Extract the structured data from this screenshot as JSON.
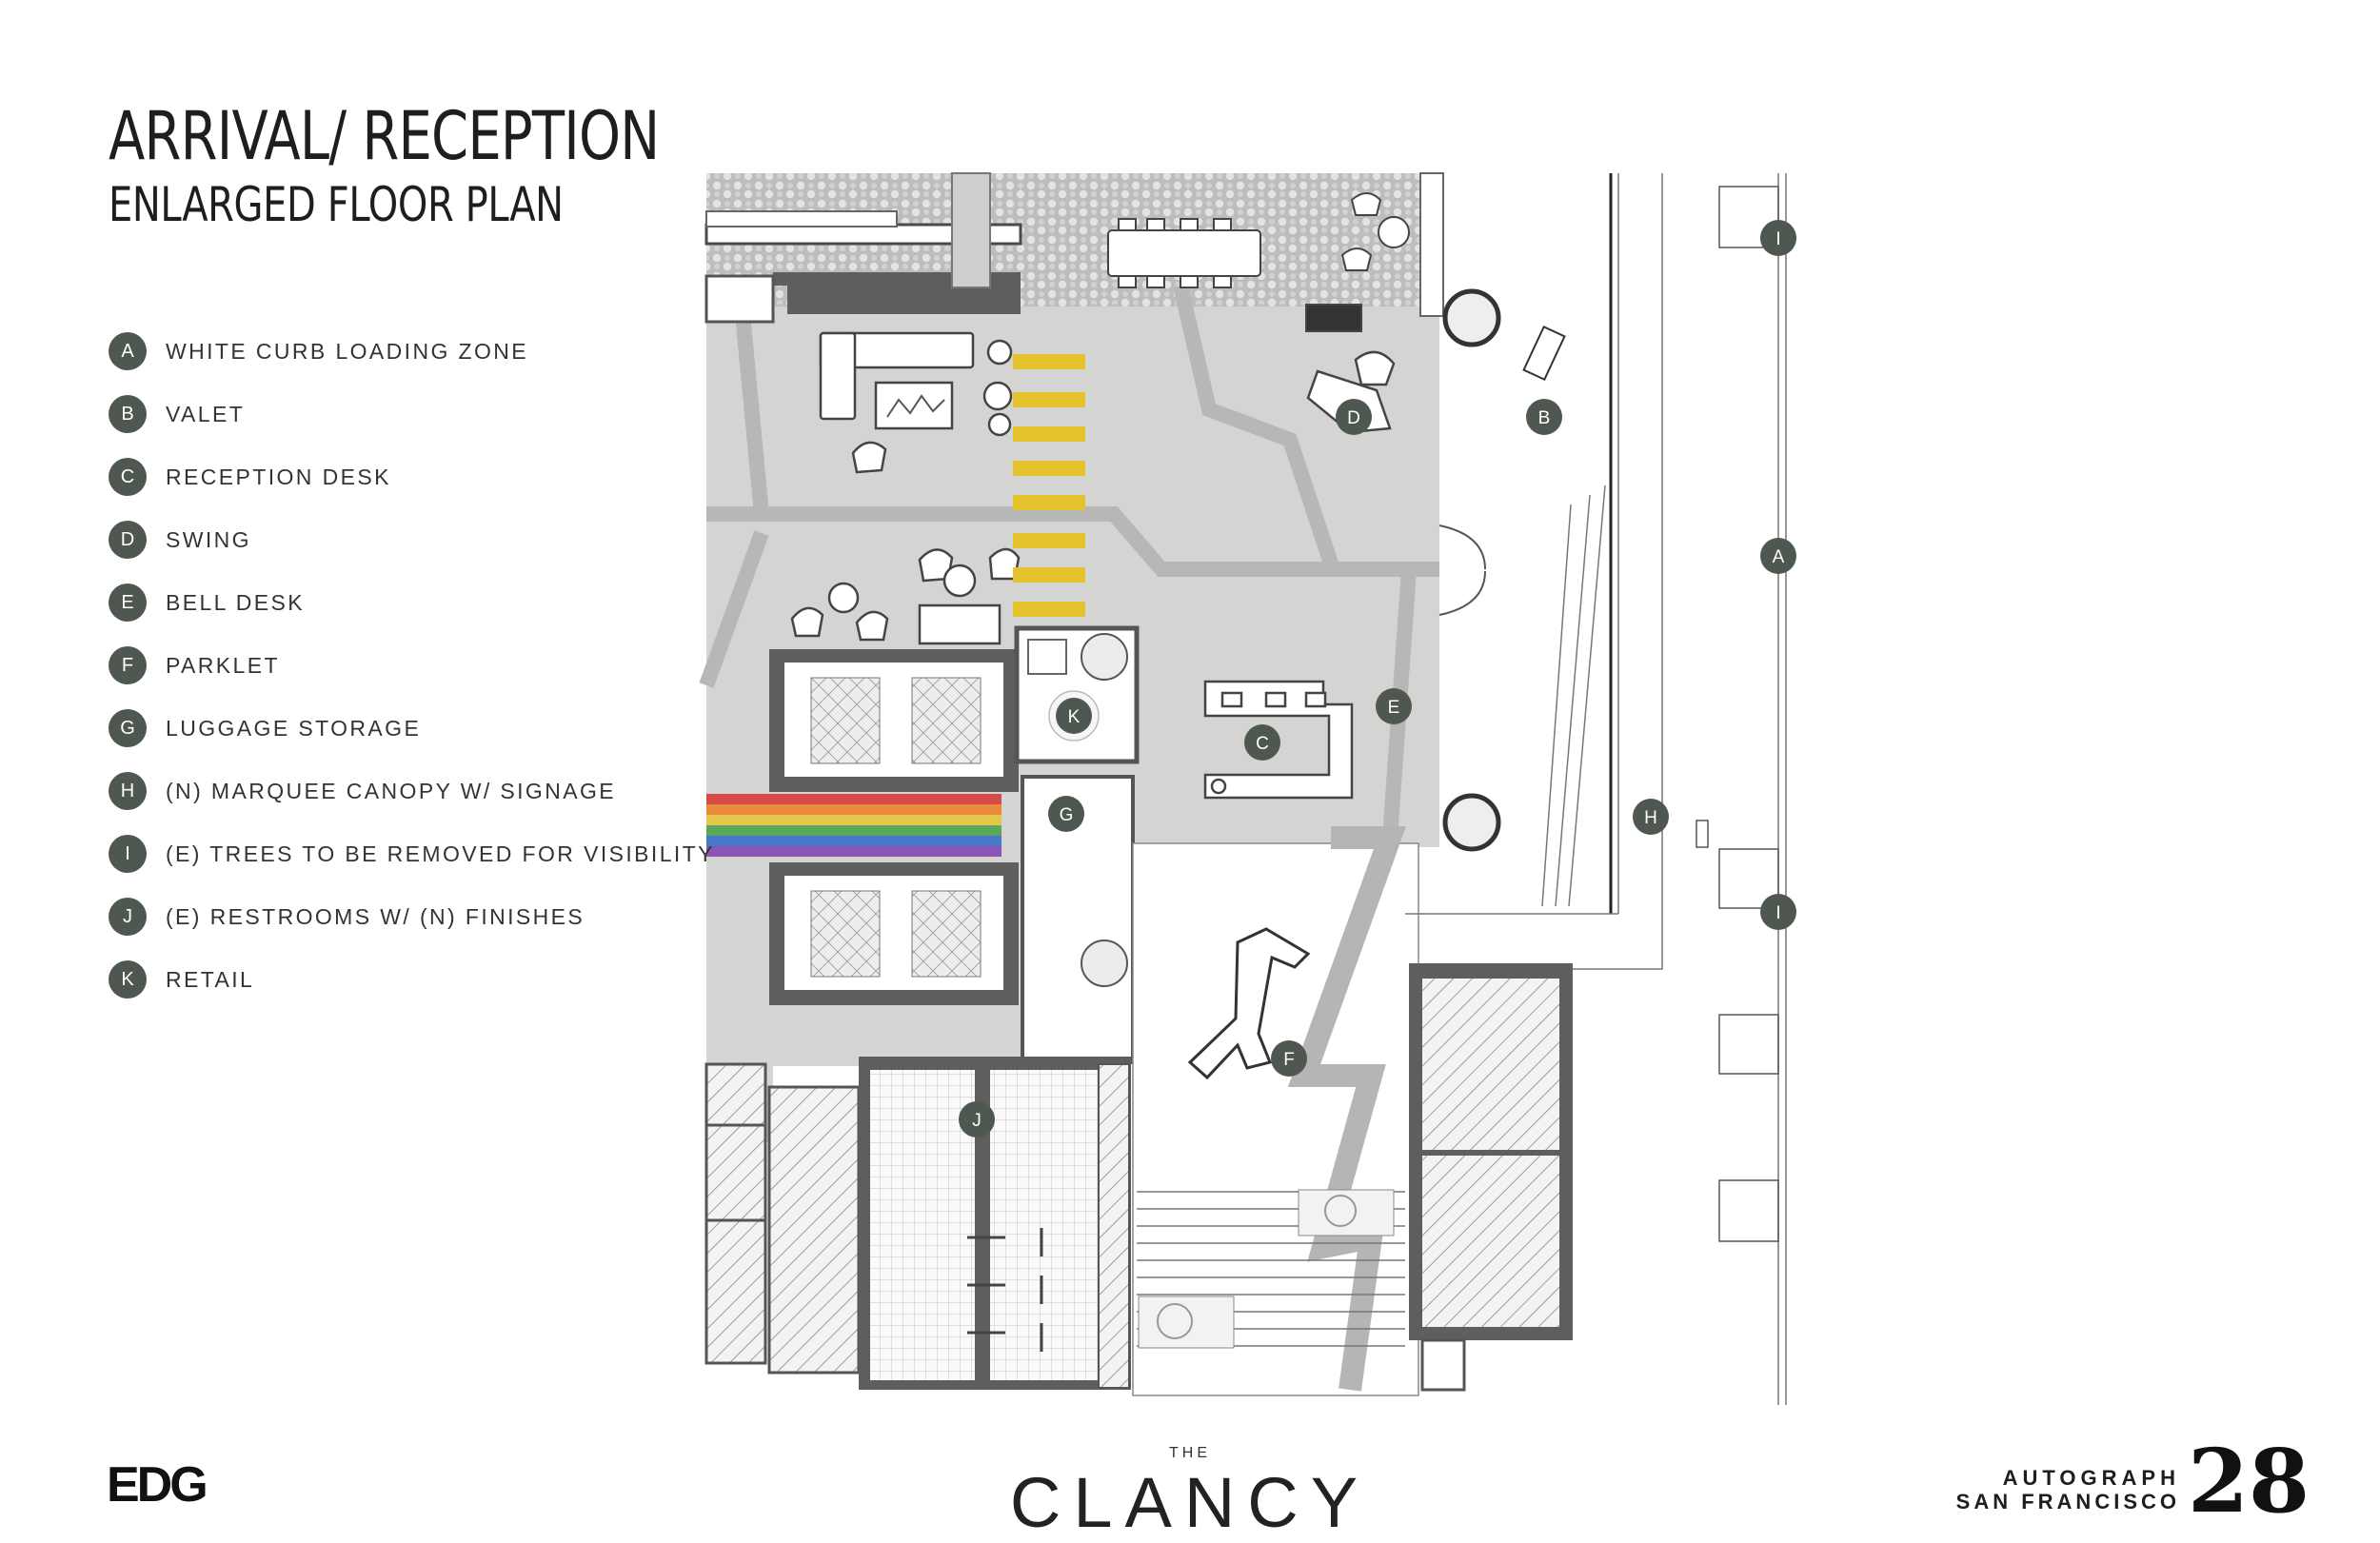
{
  "header": {
    "title": "ARRIVAL/ RECEPTION",
    "subtitle": "ENLARGED FLOOR PLAN"
  },
  "legend": [
    {
      "key": "A",
      "label": "WHITE CURB LOADING ZONE"
    },
    {
      "key": "B",
      "label": "VALET"
    },
    {
      "key": "C",
      "label": "RECEPTION DESK"
    },
    {
      "key": "D",
      "label": "SWING"
    },
    {
      "key": "E",
      "label": "BELL DESK"
    },
    {
      "key": "F",
      "label": "PARKLET"
    },
    {
      "key": "G",
      "label": "LUGGAGE STORAGE"
    },
    {
      "key": "H",
      "label": "(N) MARQUEE CANOPY W/ SIGNAGE"
    },
    {
      "key": "I",
      "label": "(E) TREES TO BE REMOVED FOR VISIBILITY"
    },
    {
      "key": "J",
      "label": "(E) RESTROOMS W/ (N) FINISHES"
    },
    {
      "key": "K",
      "label": "RETAIL"
    }
  ],
  "plan_tags": {
    "a": "A",
    "b": "B",
    "c": "C",
    "d": "D",
    "e": "E",
    "f": "F",
    "g": "G",
    "h": "H",
    "i": "I",
    "j": "J",
    "k": "K"
  },
  "footer": {
    "left_logo": "EDG",
    "brand_small": "THE",
    "brand_large": "CLANCY",
    "right_line1": "AUTOGRAPH",
    "right_line2": "SAN FRANCISCO",
    "right_number": "28"
  },
  "colors": {
    "badge": "#4f5751",
    "floor": "#d4d4d2",
    "crosswalk": "#e4c22d",
    "wall": "#5a5a5a",
    "rainbow": [
      "#d64a4a",
      "#e88a3a",
      "#e3c64a",
      "#5aa85a",
      "#4a78c8",
      "#8a55b5"
    ]
  }
}
